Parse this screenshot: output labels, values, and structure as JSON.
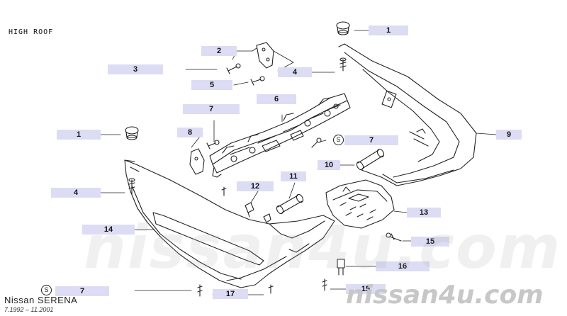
{
  "diagram": {
    "caption": "HIGH ROOF",
    "footer_model": "Nissan SERENA",
    "footer_dates": "7.1992 – 11.2001",
    "watermark": "nissan4u.com",
    "marker": "S",
    "colors": {
      "callout_bg": "#dcdcf4",
      "line": "#222222"
    },
    "callouts": [
      {
        "id": "c1a",
        "label": "1"
      },
      {
        "id": "c2",
        "label": "2"
      },
      {
        "id": "c3",
        "label": "3"
      },
      {
        "id": "c4a",
        "label": "4"
      },
      {
        "id": "c5",
        "label": "5"
      },
      {
        "id": "c6",
        "label": "6"
      },
      {
        "id": "c7a",
        "label": "7"
      },
      {
        "id": "c1b",
        "label": "1"
      },
      {
        "id": "c8",
        "label": "8"
      },
      {
        "id": "c7b",
        "label": "7"
      },
      {
        "id": "c9",
        "label": "9"
      },
      {
        "id": "c10",
        "label": "10"
      },
      {
        "id": "c11",
        "label": "11"
      },
      {
        "id": "c4b",
        "label": "4"
      },
      {
        "id": "c12",
        "label": "12"
      },
      {
        "id": "c13",
        "label": "13"
      },
      {
        "id": "c14",
        "label": "14"
      },
      {
        "id": "c15a",
        "label": "15"
      },
      {
        "id": "c16",
        "label": "16"
      },
      {
        "id": "c7c",
        "label": "7"
      },
      {
        "id": "c17",
        "label": "17"
      },
      {
        "id": "c15b",
        "label": "15"
      }
    ]
  }
}
